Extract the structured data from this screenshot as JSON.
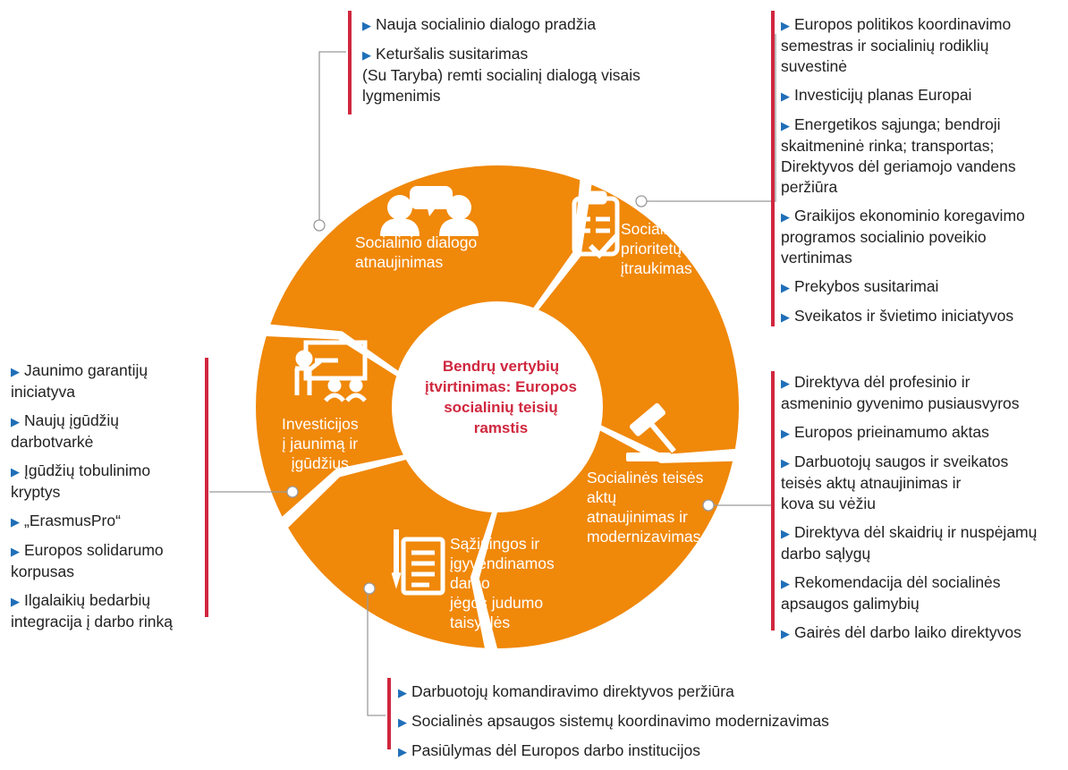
{
  "center": {
    "lines": [
      "Bendrų vertybių",
      "įtvirtinimas: Europos",
      "socialinių teisių",
      "ramstis"
    ]
  },
  "colors": {
    "segment": "#f0880a",
    "accent_red": "#d0273e",
    "bullet": "#1f6fb8",
    "connector": "#9a9a9a"
  },
  "segments": [
    {
      "id": "dialogue",
      "lines": [
        "Socialinio dialogo",
        "atnaujinimas"
      ],
      "icon": "people-dialogue-icon"
    },
    {
      "id": "priorities",
      "lines": [
        "Socialinių",
        "prioritetų",
        "įtraukimas"
      ],
      "icon": "clipboard-check-icon"
    },
    {
      "id": "law",
      "lines": [
        "Socialinės teisės",
        "aktų",
        "atnaujinimas ir",
        "modernizavimas"
      ],
      "icon": "gavel-icon"
    },
    {
      "id": "mobility",
      "lines": [
        "Sąžiningos ir",
        "įgyvendinamos",
        "darbo",
        "jėgos judumo",
        "taisyklės"
      ],
      "icon": "document-pen-icon"
    },
    {
      "id": "youth",
      "lines": [
        "Investicijos",
        "į jaunimą ir",
        "įgūdžius"
      ],
      "icon": "teacher-board-icon"
    }
  ],
  "lists": {
    "dialogue": [
      [
        "Nauja socialinio dialogo pradžia"
      ],
      [
        "Keturšalis susitarimas",
        "(Su Taryba) remti socialinį dialogą visais",
        "lygmenimis"
      ]
    ],
    "priorities": [
      [
        "Europos politikos koordinavimo",
        "semestras ir socialinių rodiklių",
        "suvestinė"
      ],
      [
        "Investicijų planas Europai"
      ],
      [
        "Energetikos sąjunga; bendroji",
        "skaitmeninė rinka; transportas;",
        "Direktyvos dėl geriamojo vandens",
        "peržiūra"
      ],
      [
        "Graikijos ekonominio koregavimo",
        "programos socialinio poveikio",
        "vertinimas"
      ],
      [
        "Prekybos susitarimai"
      ],
      [
        "Sveikatos ir švietimo iniciatyvos"
      ]
    ],
    "law": [
      [
        "Direktyva dėl profesinio ir",
        "asmeninio gyvenimo pusiausvyros"
      ],
      [
        "Europos prieinamumo aktas"
      ],
      [
        "Darbuotojų saugos ir sveikatos",
        "teisės aktų atnaujinimas ir",
        "kova su vėžiu"
      ],
      [
        "Direktyva dėl skaidrių ir nuspėjamų",
        "darbo sąlygų"
      ],
      [
        "Rekomendacija dėl socialinės",
        "apsaugos galimybių"
      ],
      [
        "Gairės dėl darbo laiko direktyvos"
      ]
    ],
    "mobility": [
      [
        "Darbuotojų komandiravimo direktyvos peržiūra"
      ],
      [
        "Socialinės apsaugos sistemų koordinavimo modernizavimas"
      ],
      [
        "Pasiūlymas dėl Europos darbo institucijos"
      ]
    ],
    "youth": [
      [
        "Jaunimo garantijų",
        "iniciatyva"
      ],
      [
        "Naujų įgūdžių",
        "darbotvarkė"
      ],
      [
        "Įgūdžių tobulinimo",
        "kryptys"
      ],
      [
        "„ErasmusPro“"
      ],
      [
        "Europos solidarumo",
        "korpusas"
      ],
      [
        "Ilgalaikių bedarbių",
        "integracija į darbo rinką"
      ]
    ]
  }
}
